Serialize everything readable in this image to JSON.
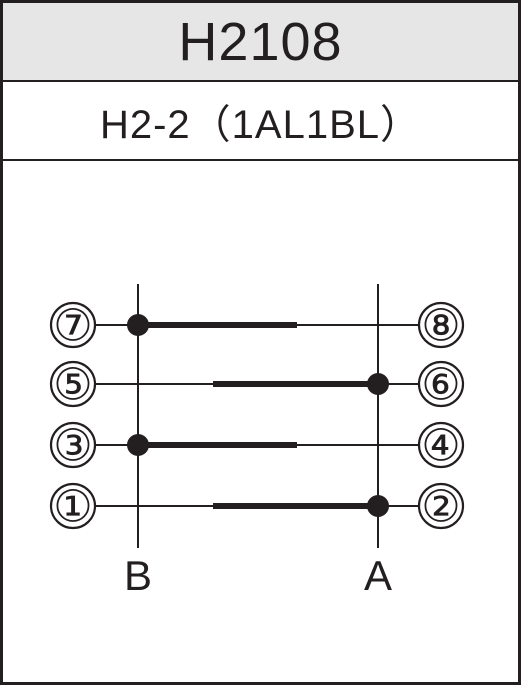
{
  "header": {
    "title": "H2108",
    "subtitle": "H2-2（1AL1BL）"
  },
  "diagram": {
    "pins": [
      {
        "label": "⑦",
        "row": 0,
        "side": "left"
      },
      {
        "label": "⑧",
        "row": 0,
        "side": "right"
      },
      {
        "label": "⑤",
        "row": 1,
        "side": "left"
      },
      {
        "label": "⑥",
        "row": 1,
        "side": "right"
      },
      {
        "label": "③",
        "row": 2,
        "side": "left"
      },
      {
        "label": "④",
        "row": 2,
        "side": "right"
      },
      {
        "label": "①",
        "row": 3,
        "side": "left"
      },
      {
        "label": "②",
        "row": 3,
        "side": "right"
      }
    ],
    "buses": [
      {
        "label": "B",
        "side": "left"
      },
      {
        "label": "A",
        "side": "right"
      }
    ],
    "contacts": [
      {
        "row": 0,
        "bus": "B"
      },
      {
        "row": 1,
        "bus": "A"
      },
      {
        "row": 2,
        "bus": "B"
      },
      {
        "row": 3,
        "bus": "A"
      }
    ],
    "colors": {
      "ink": "#231f20",
      "header_bg": "#e6e6e6"
    }
  }
}
